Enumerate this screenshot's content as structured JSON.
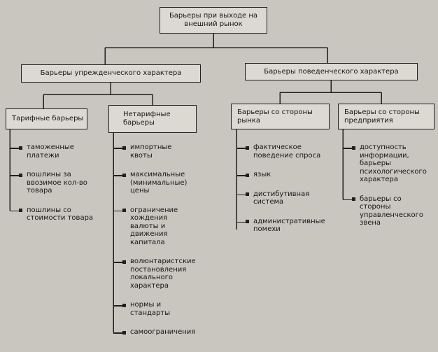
{
  "diagram": {
    "root": "Барьеры при выходе на внешний рынок",
    "preventive": "Барьеры упрежденческого характера",
    "behavioral": "Барьеры поведенческого характера",
    "tariff": {
      "label": "Тарифные барьеры",
      "items": [
        "таможенные платежи",
        "пошлины за ввозимое кол-во товара",
        "пошлины со стоимости товара"
      ]
    },
    "nontariff": {
      "label": "Нетарифные барьеры",
      "items": [
        "импортные квоты",
        "максимальные (минимальные) цены",
        "ограничение хождения валюты и движения капитала",
        "волюнтаристские постановления локального характера",
        "нормы и стандарты",
        "самоограничения"
      ]
    },
    "market": {
      "label": "Барьеры со стороны рынка",
      "items": [
        "фактическое поведение спроса",
        "язык",
        "дистибутивная система",
        "административные помехи"
      ]
    },
    "enterprise": {
      "label": "Барьеры со стороны предприятия",
      "items": [
        "доступность информации, барьеры психологического характера",
        "барьеры со стороны управленческого звена"
      ]
    },
    "colors": {
      "page_bg": "#c9c6c0",
      "box_bg": "#dcd9d3",
      "line": "#1f1f1f",
      "text": "#161616"
    }
  }
}
